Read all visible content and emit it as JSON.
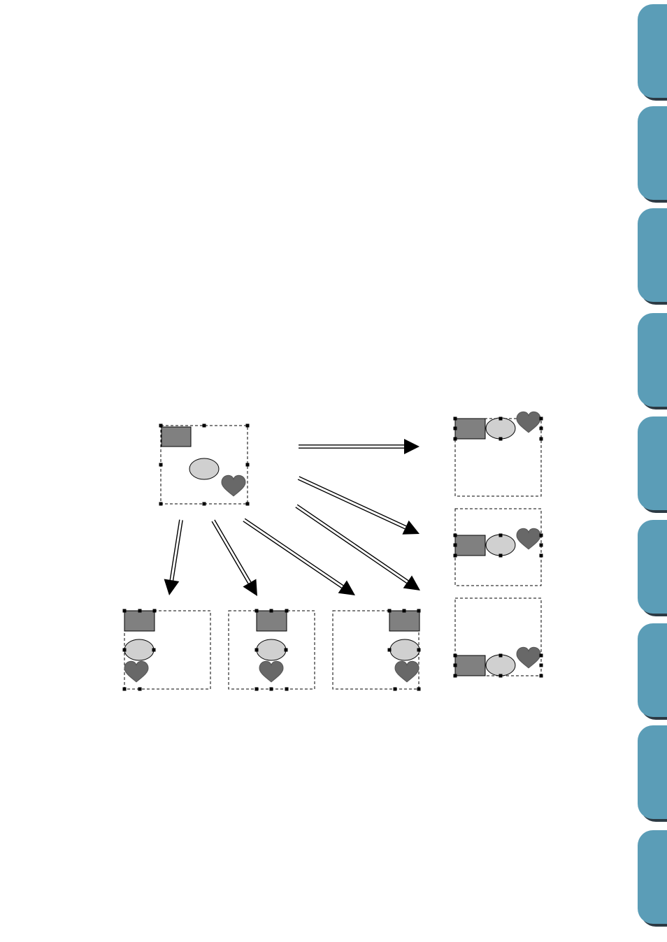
{
  "colors": {
    "background": "#ffffff",
    "tab_face": "#5b9db7",
    "tab_shadow": "#2d3a44",
    "rectangle_fill": "#808080",
    "ellipse_fill": "#d0d0d0",
    "heart_fill": "#686868",
    "stroke": "#000000"
  },
  "tabs": [
    {
      "icon": "chapter-tab"
    },
    {
      "icon": "chapter-tab"
    },
    {
      "icon": "chapter-tab"
    },
    {
      "icon": "chapter-tab"
    },
    {
      "icon": "chapter-tab"
    },
    {
      "icon": "chapter-tab"
    },
    {
      "icon": "chapter-tab"
    },
    {
      "icon": "chapter-tab"
    },
    {
      "icon": "chapter-tab"
    }
  ],
  "diagram": {
    "source": "original-selection",
    "results": [
      {
        "name": "align-left"
      },
      {
        "name": "align-center"
      },
      {
        "name": "align-right"
      },
      {
        "name": "align-top"
      },
      {
        "name": "align-middle"
      },
      {
        "name": "align-bottom"
      }
    ]
  }
}
